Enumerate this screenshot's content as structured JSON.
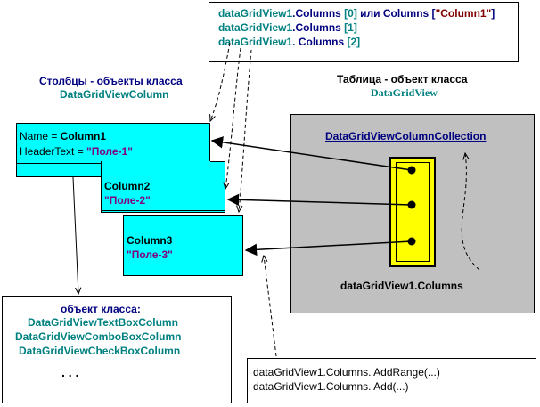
{
  "colors": {
    "cyan": "#00ffff",
    "gray_panel": "#c0c0c0",
    "yellow_slot": "#ffff00",
    "teal_text": "#008080",
    "navy_text": "#000080",
    "maroon_text": "#800000",
    "purple_text": "#800080"
  },
  "top_box": {
    "line1": {
      "obj": "dataGridView1",
      "member": ".Columns ",
      "index": "[0]",
      "mid": " или Columns [",
      "key": "\"Column1\"",
      "end": "]"
    },
    "line2": {
      "obj": "dataGridView1",
      "member": ".Columns ",
      "index": "[1]"
    },
    "line3": {
      "obj": "dataGridView1",
      "member": ". Columns ",
      "index": "[2]"
    }
  },
  "left_caption": {
    "line1": "Столбцы - объекты класса",
    "line2": "DataGridViewColumn"
  },
  "right_caption": {
    "line1": "Таблица - объект класса",
    "line2": "DataGridView"
  },
  "columns": [
    {
      "name_prefix": "Name = ",
      "name": "Column1",
      "header_prefix": "HeaderText = ",
      "header": "\"Поле-1\""
    },
    {
      "name": "Column2",
      "header": "\"Поле-2\""
    },
    {
      "name": "Column3",
      "header": "\"Поле-3\""
    }
  ],
  "grid_panel": {
    "collection_link": "DataGridViewColumnCollection",
    "columns_label": "dataGridView1.Columns"
  },
  "bottom_left_box": {
    "title": "объект класса:",
    "items": [
      "DataGridViewTextBoxColumn",
      "DataGridViewComboBoxColumn",
      "DataGridViewCheckBoxColumn"
    ],
    "ellipsis": ". . ."
  },
  "bottom_right_box": {
    "lines": [
      "dataGridView1.Columns. AddRange(...)",
      "dataGridView1.Columns. Add(...)"
    ]
  }
}
